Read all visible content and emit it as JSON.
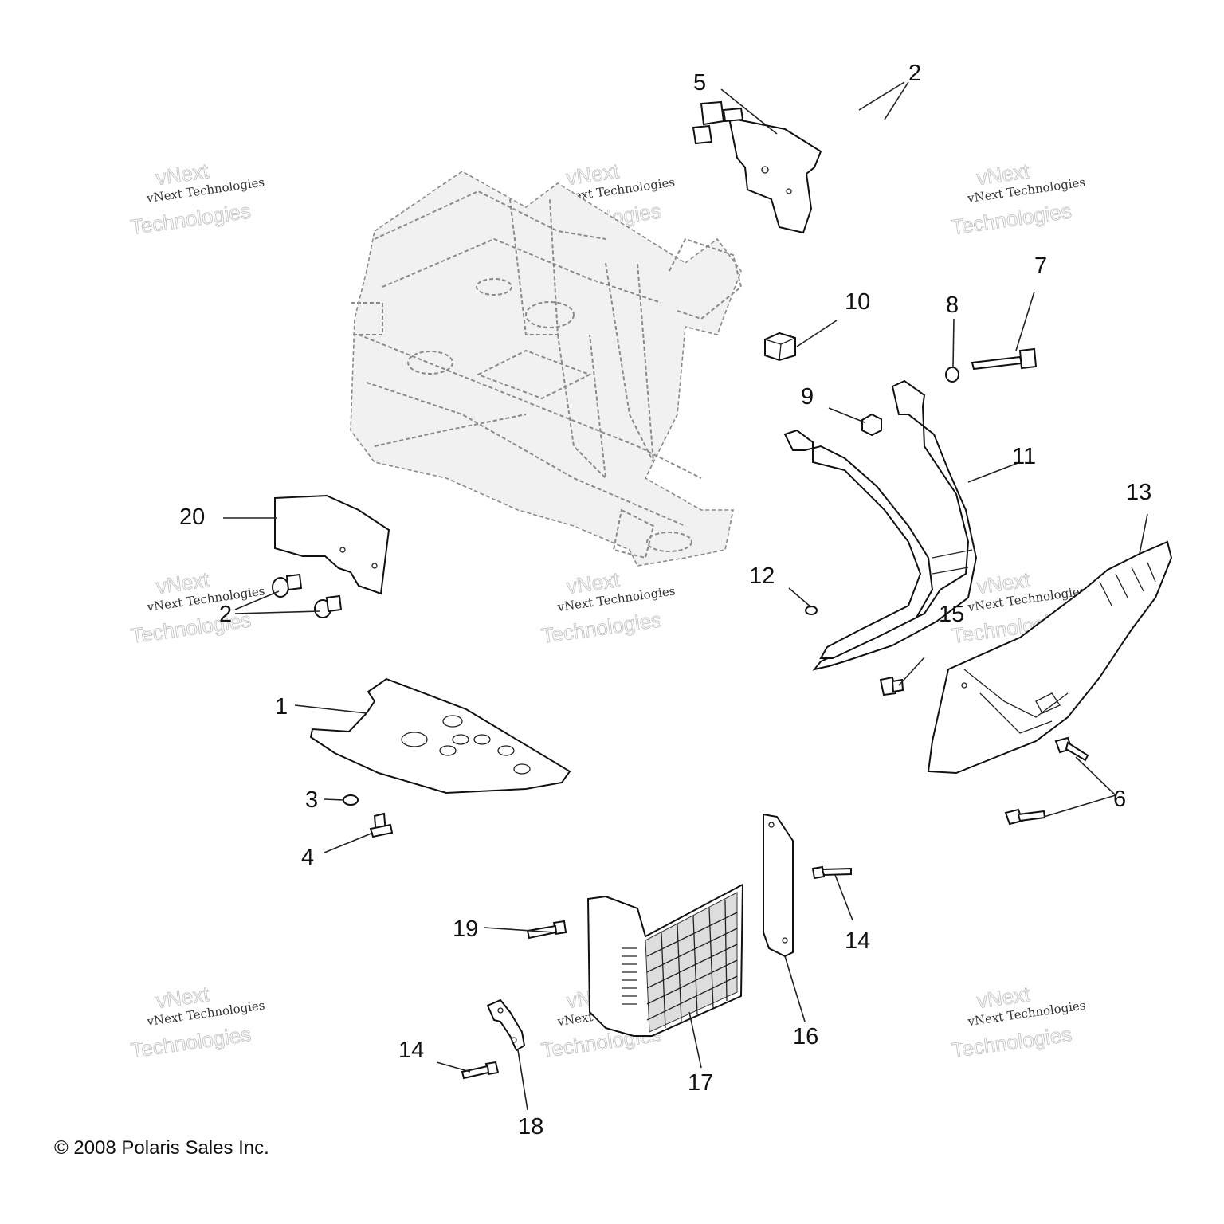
{
  "copyright": "© 2008 Polaris Sales Inc.",
  "watermark": {
    "line_big_top": "vNext",
    "line_small": "vNext Technologies",
    "line_big_bottom": "Technologies"
  },
  "callouts": {
    "c1": "1",
    "c2a": "2",
    "c2b": "2",
    "c3": "3",
    "c4": "4",
    "c5": "5",
    "c6": "6",
    "c7": "7",
    "c8": "8",
    "c9": "9",
    "c10": "10",
    "c11": "11",
    "c12": "12",
    "c13": "13",
    "c14a": "14",
    "c14b": "14",
    "c15": "15",
    "c16": "16",
    "c17": "17",
    "c18": "18",
    "c19": "19",
    "c20": "20"
  }
}
